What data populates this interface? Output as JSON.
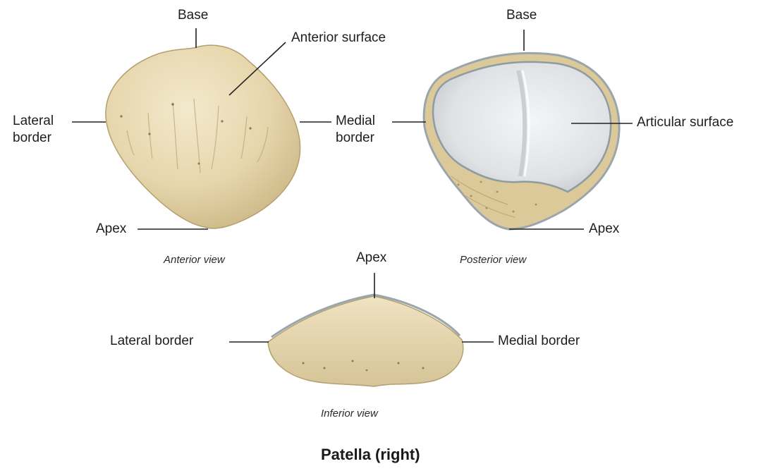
{
  "title": "Patella (right)",
  "anterior": {
    "caption": "Anterior view",
    "base": "Base",
    "anterior_surface": "Anterior surface",
    "lateral_border_1": "Lateral",
    "lateral_border_2": "border",
    "apex": "Apex"
  },
  "posterior": {
    "caption": "Posterior view",
    "base": "Base",
    "medial_border_1": "Medial",
    "medial_border_2": "border",
    "articular_surface": "Articular surface",
    "apex": "Apex"
  },
  "inferior": {
    "caption": "Inferior view",
    "apex": "Apex",
    "lateral_border": "Lateral border",
    "medial_border": "Medial border"
  },
  "colors": {
    "bone": "#e8dbb6",
    "bone_shadow": "#c8b68a",
    "cartilage": "#dcdde0",
    "cartilage_rim": "#9aa6ac",
    "leader": "#222222"
  }
}
